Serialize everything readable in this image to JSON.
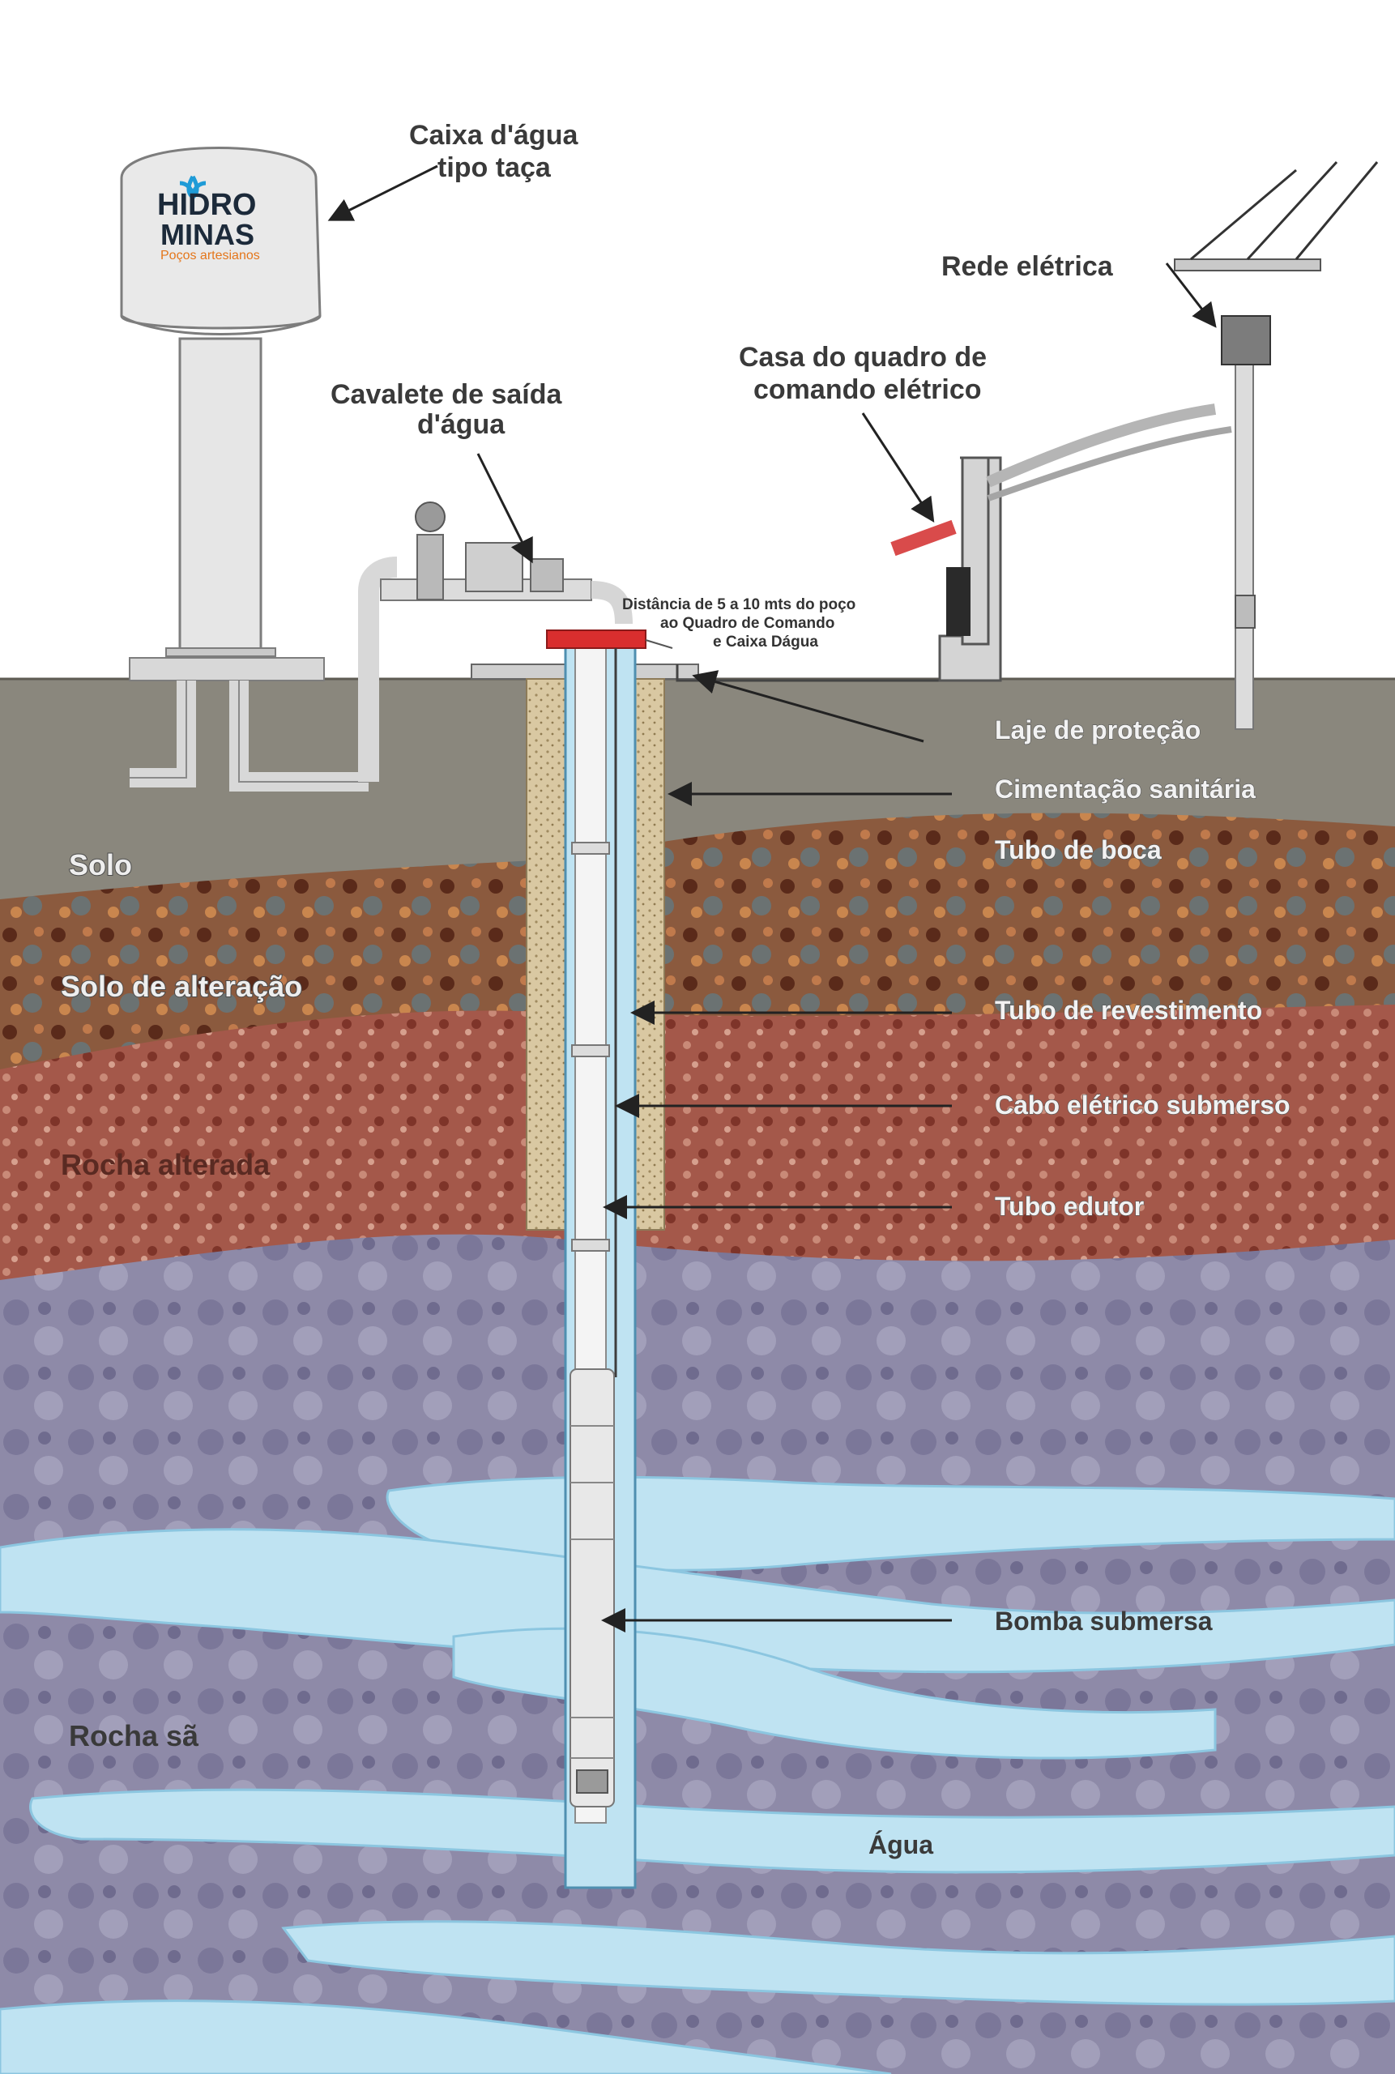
{
  "logo": {
    "line1": "HIDRO",
    "line2": "MINAS",
    "tagline": "Poços artesianos"
  },
  "labels": {
    "caixa_line1": "Caixa d'água",
    "caixa_line2": "tipo taça",
    "rede_eletrica": "Rede elétrica",
    "casa_line1": "Casa do quadro de",
    "casa_line2": "comando elétrico",
    "cavalete_line1": "Cavalete de saída",
    "cavalete_line2": "d'água",
    "distancia_line1": "Distância de 5 a 10 mts do poço",
    "distancia_line2": "ao Quadro de Comando",
    "distancia_line3": "e Caixa Dágua",
    "laje": "Laje de proteção",
    "cimentacao": "Cimentação sanitária",
    "tubo_boca": "Tubo de boca",
    "tubo_revestimento": "Tubo de revestimento",
    "cabo_eletrico": "Cabo elétrico submerso",
    "tubo_edutor": "Tubo edutor",
    "bomba": "Bomba submersa",
    "agua": "Água"
  },
  "layers": {
    "solo": "Solo",
    "solo_alteracao": "Solo de alteração",
    "rocha_alterada": "Rocha alterada",
    "rocha_sa": "Rocha sã"
  },
  "colors": {
    "soil_gray": "#8a877d",
    "weathered_soil": "#8b5a3e",
    "altered_rock": "#a4584a",
    "sound_rock": "#8e8aa8",
    "water": "#bfe3f2",
    "cap_red": "#d92e2e",
    "logo_blue": "#1f9bd7",
    "logo_orange": "#e4761b"
  }
}
